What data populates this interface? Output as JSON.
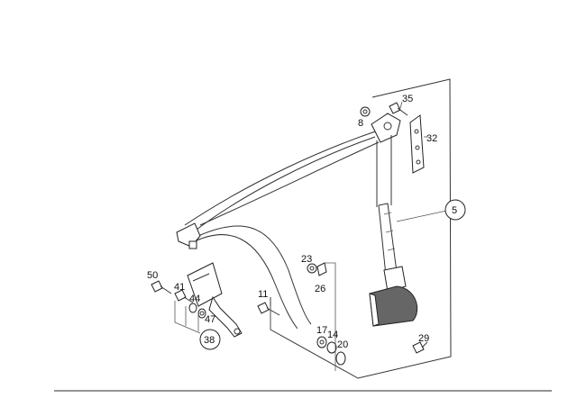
{
  "callouts": {
    "p35": "35",
    "p8": "8",
    "p32": "32",
    "p5": "5",
    "p23": "23",
    "p26": "26",
    "p50": "50",
    "p41": "41",
    "p44": "44",
    "p47": "47",
    "p38": "38",
    "p11": "11",
    "p17": "17",
    "p14": "14",
    "p20": "20",
    "p29": "29"
  }
}
